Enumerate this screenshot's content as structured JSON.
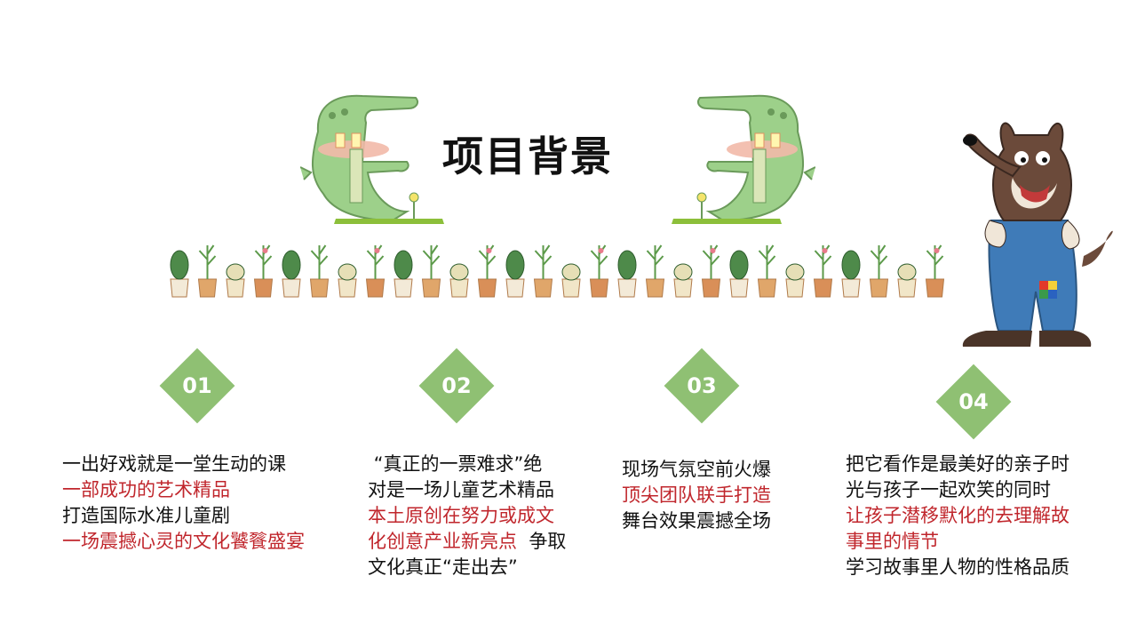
{
  "title": "项目背景",
  "items": [
    {
      "number": "01",
      "lines": [
        {
          "segments": [
            {
              "text": "一出好戏就是一堂生动的课",
              "red": false
            }
          ]
        },
        {
          "segments": [
            {
              "text": "一部成功的艺术精品",
              "red": true
            }
          ]
        },
        {
          "segments": [
            {
              "text": "打造国际水准儿童剧",
              "red": false
            }
          ]
        },
        {
          "segments": [
            {
              "text": "一场震撼心灵的文化饕餮盛宴",
              "red": true
            }
          ]
        }
      ]
    },
    {
      "number": "02",
      "lines": [
        {
          "segments": [
            {
              "text": " “真正的一票难求”绝",
              "red": false
            }
          ]
        },
        {
          "segments": [
            {
              "text": "对是一场儿童艺术精品",
              "red": false
            }
          ]
        },
        {
          "segments": [
            {
              "text": "本土原创在努力或成文",
              "red": true
            }
          ]
        },
        {
          "segments": [
            {
              "text": "化创意产业新亮点",
              "red": true
            },
            {
              "text": "  争取",
              "red": false
            }
          ]
        },
        {
          "segments": [
            {
              "text": "文化真正“走出去”",
              "red": false
            }
          ]
        }
      ]
    },
    {
      "number": "03",
      "lines": [
        {
          "segments": [
            {
              "text": "现场气氛空前火爆",
              "red": false
            }
          ]
        },
        {
          "segments": [
            {
              "text": "顶尖团队联手打造",
              "red": true
            }
          ]
        },
        {
          "segments": [
            {
              "text": "舞台效果震撼全场",
              "red": false
            }
          ]
        }
      ]
    },
    {
      "number": "04",
      "lines": [
        {
          "segments": [
            {
              "text": "把它看作是最美好的亲子时",
              "red": false
            }
          ]
        },
        {
          "segments": [
            {
              "text": "光与孩子一起欢笑的同时",
              "red": false
            }
          ]
        },
        {
          "segments": [
            {
              "text": "让孩子潜移默化的去理解故",
              "red": true
            }
          ]
        },
        {
          "segments": [
            {
              "text": "事里的情节",
              "red": true
            }
          ]
        },
        {
          "segments": [
            {
              "text": "学习故事里人物的性格品质",
              "red": false
            }
          ]
        }
      ]
    }
  ]
}
